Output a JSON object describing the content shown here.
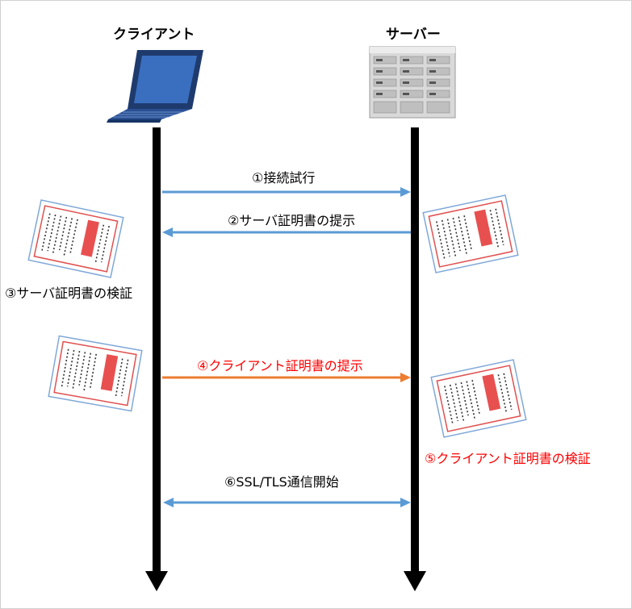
{
  "actors": {
    "client": "クライアント",
    "server": "サーバー"
  },
  "steps": {
    "s1": "①接続試行",
    "s2": "②サーバ証明書の提示",
    "s3": "③サーバ証明書の検証",
    "s4": "④クライアント証明書の提示",
    "s5": "⑤クライアント証明書の検証",
    "s6": "⑥SSL/TLS通信開始"
  },
  "colors": {
    "blue_arrow": "#5b9bd5",
    "orange_arrow": "#ed7d31",
    "red_text": "#ff0000",
    "lifeline": "#000000"
  },
  "icons": {
    "client": "laptop-icon",
    "server": "server-rack-icon",
    "certificate": "certificate-document-icon"
  }
}
